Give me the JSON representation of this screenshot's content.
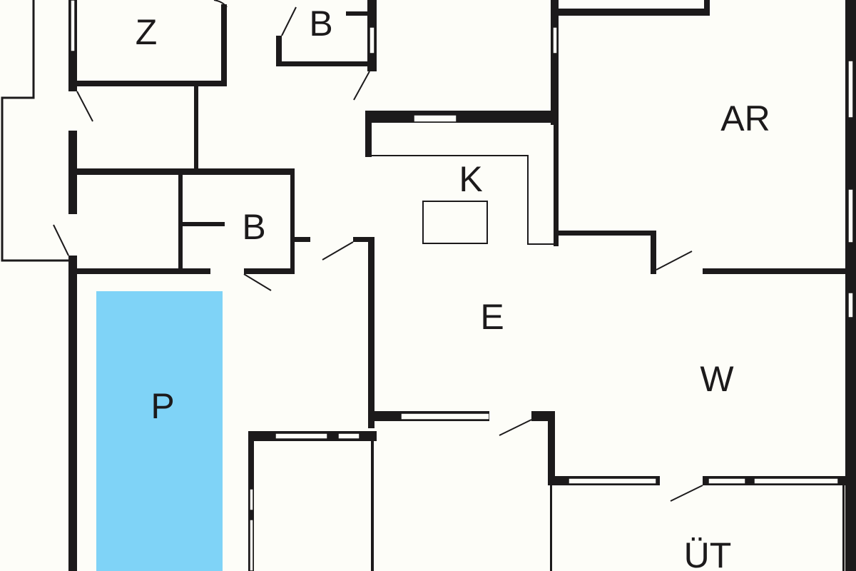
{
  "floor_plan": {
    "rooms": [
      {
        "id": "z",
        "label": "Z"
      },
      {
        "id": "b-top",
        "label": "B"
      },
      {
        "id": "ar",
        "label": "AR"
      },
      {
        "id": "k",
        "label": "K"
      },
      {
        "id": "b-mid",
        "label": "B"
      },
      {
        "id": "e",
        "label": "E"
      },
      {
        "id": "w",
        "label": "W"
      },
      {
        "id": "p",
        "label": "P"
      },
      {
        "id": "ut",
        "label": "ÜT"
      }
    ],
    "colors": {
      "wall": "#1c1a1b",
      "background": "#fdfdf8",
      "pool": "#7fd3f7"
    }
  }
}
